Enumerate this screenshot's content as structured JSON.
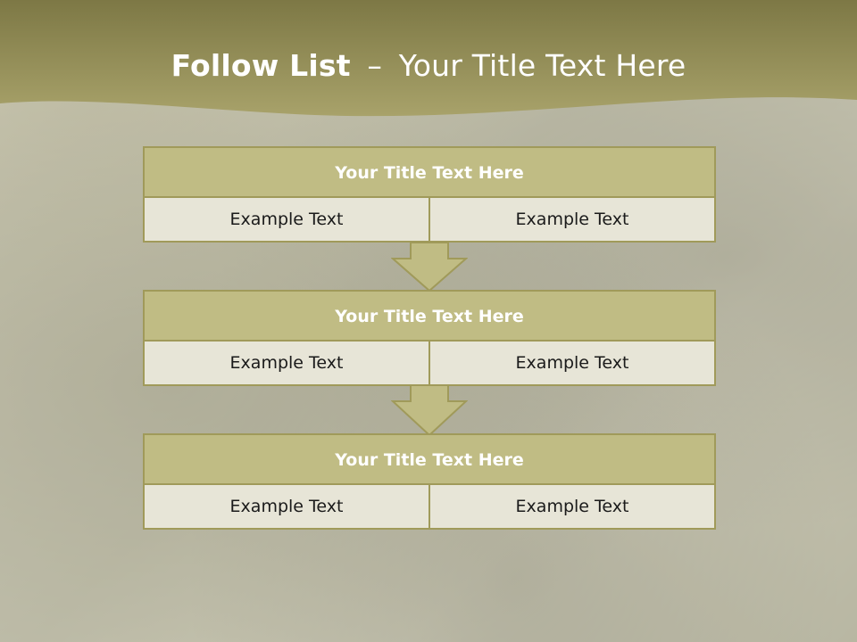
{
  "slide": {
    "title_bold": "Follow List",
    "title_dash": "–",
    "title_rest": "Your Title Text Here"
  },
  "colors": {
    "banner": "#8f8a4c",
    "header_fill": "#c0bc84",
    "border": "#a09a5a",
    "cell_fill": "#e7e5d7"
  },
  "steps": [
    {
      "title": "Your Title Text Here",
      "left": "Example Text",
      "right": "Example Text"
    },
    {
      "title": "Your Title Text Here",
      "left": "Example Text",
      "right": "Example Text"
    },
    {
      "title": "Your Title Text Here",
      "left": "Example Text",
      "right": "Example Text"
    }
  ],
  "arrows": [
    "down-arrow-icon",
    "down-arrow-icon"
  ]
}
